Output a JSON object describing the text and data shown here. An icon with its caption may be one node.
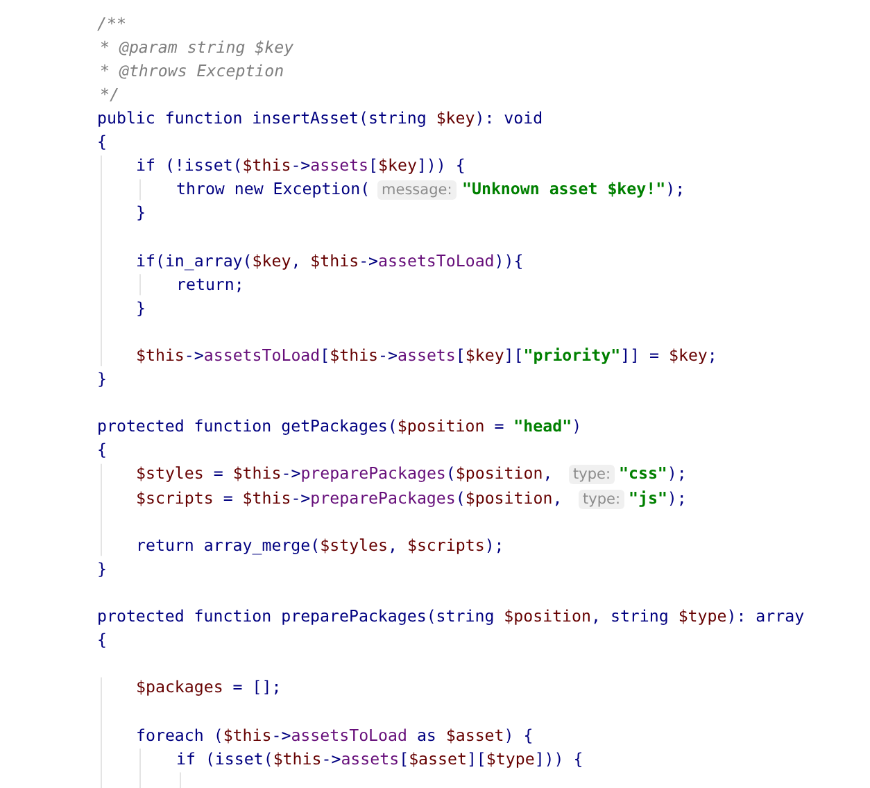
{
  "diagram": {
    "labels": [
      "/**",
      "* @param string $key",
      "* @throws Exception",
      "*/",
      "public function insertAsset(string $key): void",
      "{",
      "if (!isset($this->assets[$key])) {",
      "throw new Exception(",
      "message:",
      "\"Unknown asset $key!\");",
      "}",
      "if(in_array($key, $this->assetsToLoad)){",
      "return;",
      "}",
      "$this->assetsToLoad[$this->assets[$key][\"priority\"]] = $key;",
      "}",
      "protected function getPackages($position = \"head\")",
      "{",
      "$styles = $this->preparePackages($position,",
      "type:",
      "\"css\");",
      "$scripts = $this->preparePackages($position,",
      "type:",
      "\"js\");",
      "return array_merge($styles, $scripts);",
      "}",
      "protected function preparePackages(string $position, string $type): array",
      "{",
      "$packages = [];",
      "foreach ($this->assetsToLoad as $asset) {",
      "if (isset($this->assets[$asset][$type])) {"
    ]
  }
}
